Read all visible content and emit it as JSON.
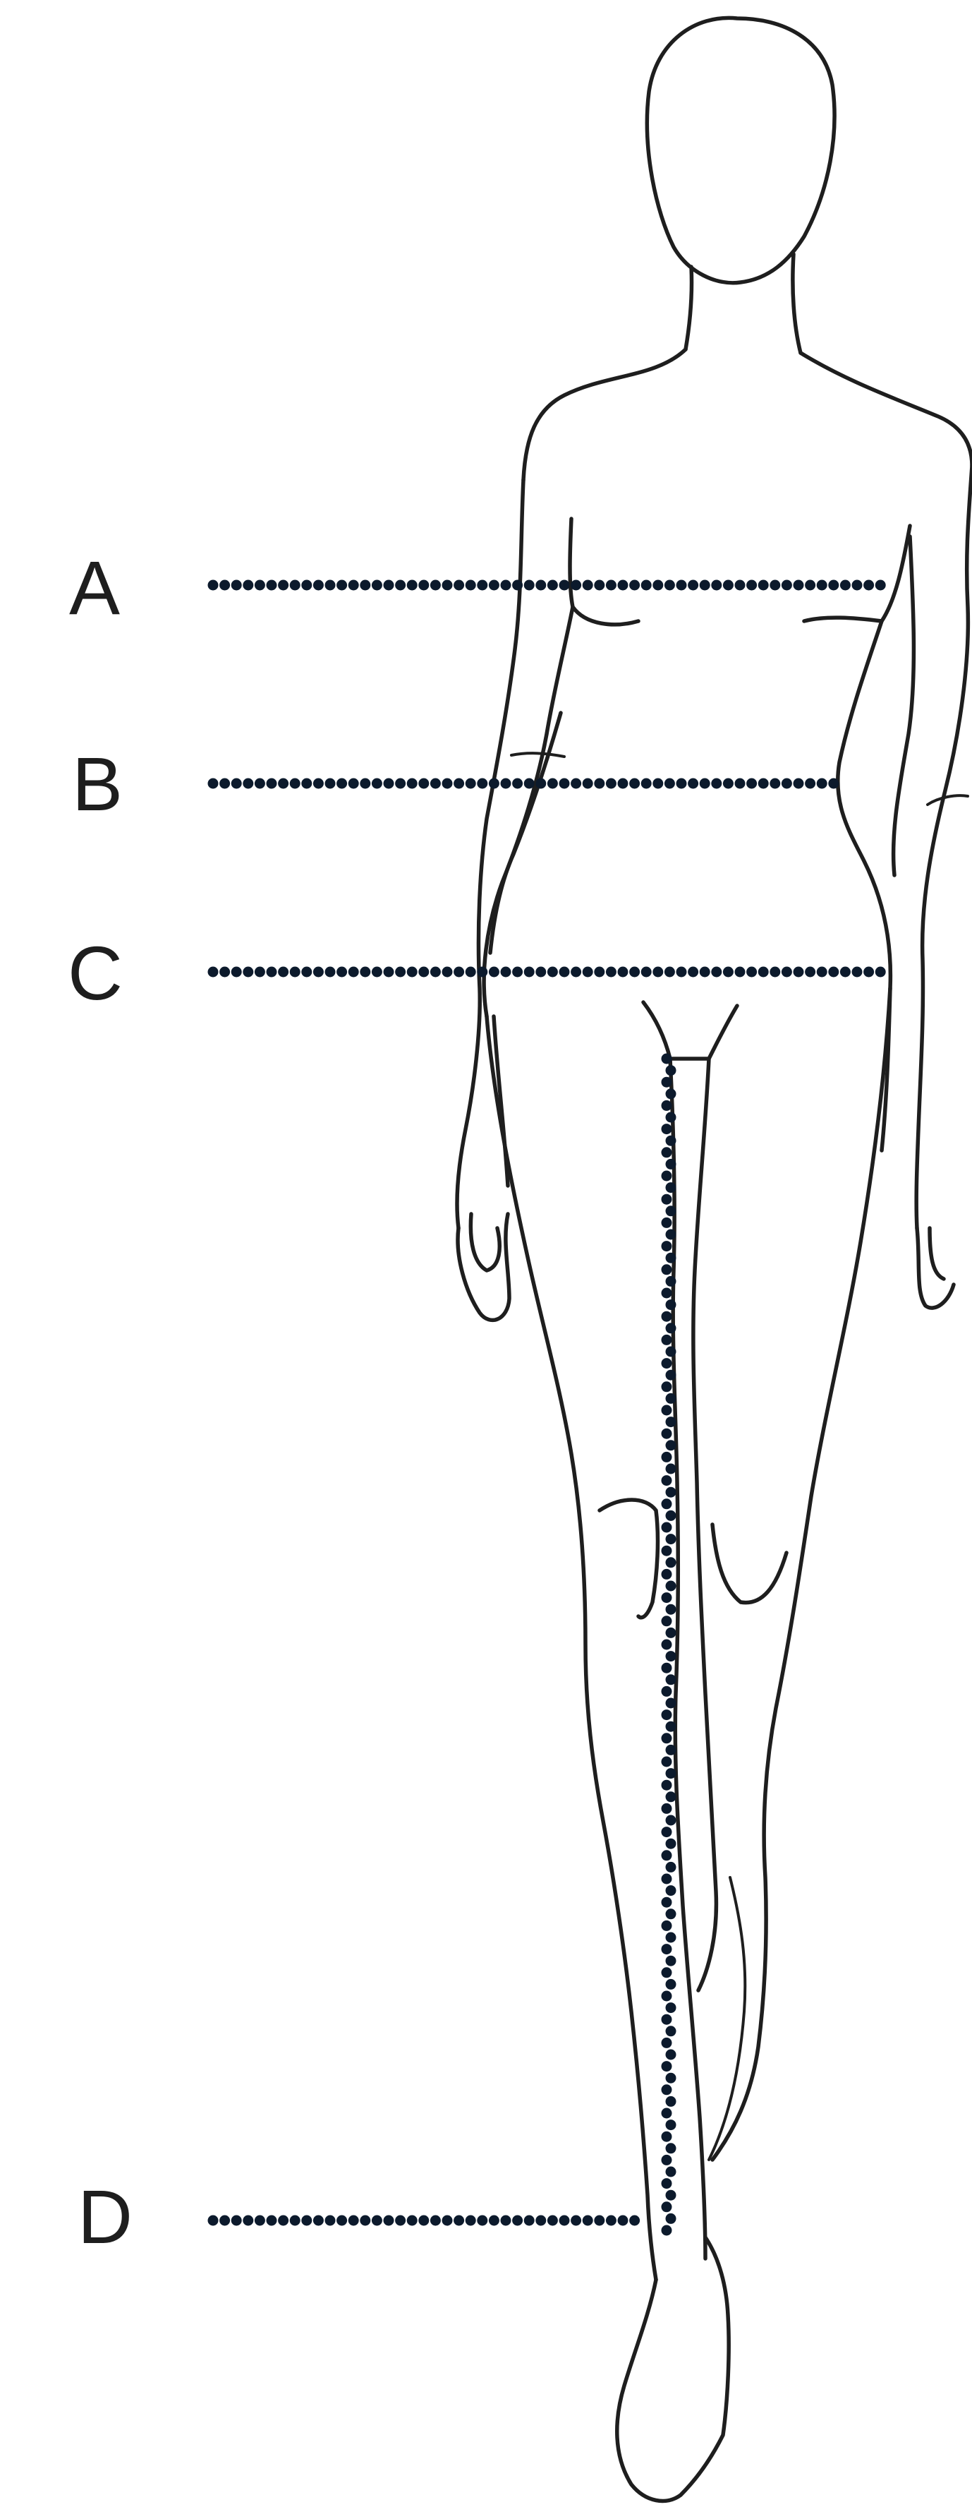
{
  "colors": {
    "dots": "#0c1a2c",
    "outline": "#1e1e1e",
    "background": "#ffffff"
  },
  "labels": {
    "a": "A",
    "b": "B",
    "c": "C",
    "d": "D"
  }
}
